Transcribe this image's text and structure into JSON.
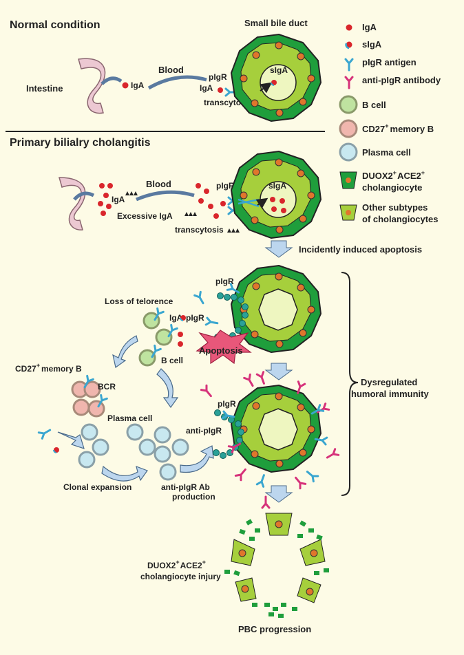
{
  "sections": {
    "normal": "Normal condition",
    "pbc": "Primary bilialry cholangitis"
  },
  "labels": {
    "small_bile_duct": "Small bile duct",
    "intestine": "Intestine",
    "iga": "IgA",
    "blood_1": "Blood",
    "pigr_1": "pIgR",
    "iga_2": "IgA",
    "transcytosis_1": "transcytosis",
    "sIga_1": "sIgA",
    "iga_arrows": "IgA",
    "blood_2": "Blood",
    "pigr_2": "pIgR",
    "sIga_2": "sIgA",
    "excessive_iga": "Excessive IgA",
    "transcytosis_2": "transcytosis",
    "incidently": "Incidently induced apoptosis",
    "pigr_3": "pIgR",
    "loss_tolerance": "Loss of telorence",
    "iga_3": "IgA",
    "pigr_4": "pIgR",
    "apoptosis": "Apoptosis",
    "b_cell": "B cell",
    "cd27": "CD27",
    "cd27_sup": "+",
    "cd27_rest": "memory B",
    "bcr": "BCR",
    "plasma_cell": "Plasma cell",
    "pigr_5": "pIgR",
    "anti_pigr": "anti-pIgR",
    "clonal": "Clonal expansion",
    "anti_pigr_ab": "anti-pIgR Ab",
    "production": "production",
    "dysregulated_1": "Dysregulated",
    "dysregulated_2": "humoral immunity",
    "injury_1a": "DUOX2",
    "injury_1b": "ACE2",
    "injury_2": "cholangiocyte injury",
    "sup": "+",
    "pbc_progression": "PBC progression"
  },
  "legend": {
    "iga": "IgA",
    "siga": "sIgA",
    "pigr_antigen": "pIgR antigen",
    "anti_pigr": "anti-pIgR antibody",
    "b_cell": "B cell",
    "cd27_a": "CD27",
    "cd27_b": "memory B",
    "plasma": "Plasma cell",
    "duox_a": "DUOX2",
    "duox_b": "ACE2",
    "duox_c": "cholangiocyte",
    "other_a": "Other subtypes",
    "other_b": "of cholangiocytes",
    "sup": "+"
  },
  "colors": {
    "dark_green": "#1f9e3c",
    "light_green": "#a6cf3c",
    "lumen": "#eef6c0",
    "nucleus": "#e0762c",
    "iga_red": "#d9262c",
    "pigr_blue": "#3aa6d0",
    "anti_magenta": "#d6327a",
    "teal_bead": "#2aa198",
    "arrow_fill": "#bcd6ee",
    "intestine": "#ecc8d2"
  }
}
